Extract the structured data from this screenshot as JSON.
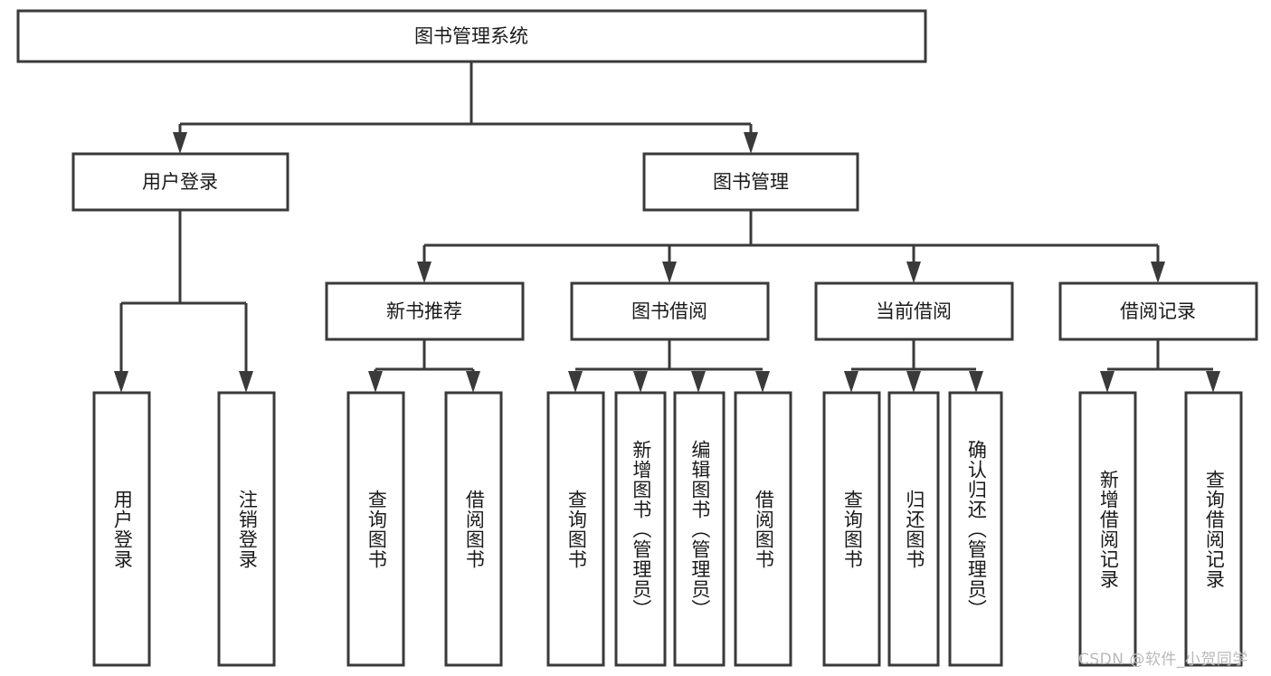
{
  "diagram": {
    "type": "tree-hierarchy-chart",
    "title": "图书管理系统",
    "orientation": "top-down",
    "colors": {
      "background": "#ffffff",
      "box_fill": "#ffffff",
      "box_stroke": "#3a3a3a",
      "text": "#1a1a1a",
      "watermark": "#b9b9b9"
    },
    "root": {
      "id": "root",
      "label": "图书管理系统"
    },
    "level2": [
      {
        "id": "user-login",
        "label": "用户登录"
      },
      {
        "id": "book-manage",
        "label": "图书管理"
      }
    ],
    "level3": [
      {
        "id": "new-book-recommend",
        "label": "新书推荐",
        "parent": "book-manage"
      },
      {
        "id": "book-borrow",
        "label": "图书借阅",
        "parent": "book-manage"
      },
      {
        "id": "current-borrow",
        "label": "当前借阅",
        "parent": "book-manage"
      },
      {
        "id": "borrow-record",
        "label": "借阅记录",
        "parent": "book-manage"
      }
    ],
    "leaves": [
      {
        "id": "leaf-user-login",
        "label": "用户登录",
        "parent": "user-login"
      },
      {
        "id": "leaf-user-logout",
        "label": "注销登录",
        "parent": "user-login"
      },
      {
        "id": "leaf-query-book-1",
        "label": "查询图书",
        "parent": "new-book-recommend"
      },
      {
        "id": "leaf-borrow-book-1",
        "label": "借阅图书",
        "parent": "new-book-recommend"
      },
      {
        "id": "leaf-query-book-2",
        "label": "查询图书",
        "parent": "book-borrow"
      },
      {
        "id": "leaf-add-book",
        "label": "新增图书（管理员）",
        "parent": "book-borrow"
      },
      {
        "id": "leaf-edit-book",
        "label": "编辑图书（管理员）",
        "parent": "book-borrow"
      },
      {
        "id": "leaf-borrow-book-2",
        "label": "借阅图书",
        "parent": "book-borrow"
      },
      {
        "id": "leaf-query-book-3",
        "label": "查询图书",
        "parent": "current-borrow"
      },
      {
        "id": "leaf-return-book",
        "label": "归还图书",
        "parent": "current-borrow"
      },
      {
        "id": "leaf-confirm-return",
        "label": "确认归还（管理员）",
        "parent": "current-borrow"
      },
      {
        "id": "leaf-add-record",
        "label": "新增借阅记录",
        "parent": "borrow-record"
      },
      {
        "id": "leaf-query-record",
        "label": "查询借阅记录",
        "parent": "borrow-record"
      }
    ],
    "watermark": "CSDN @软件_小贺同学"
  }
}
